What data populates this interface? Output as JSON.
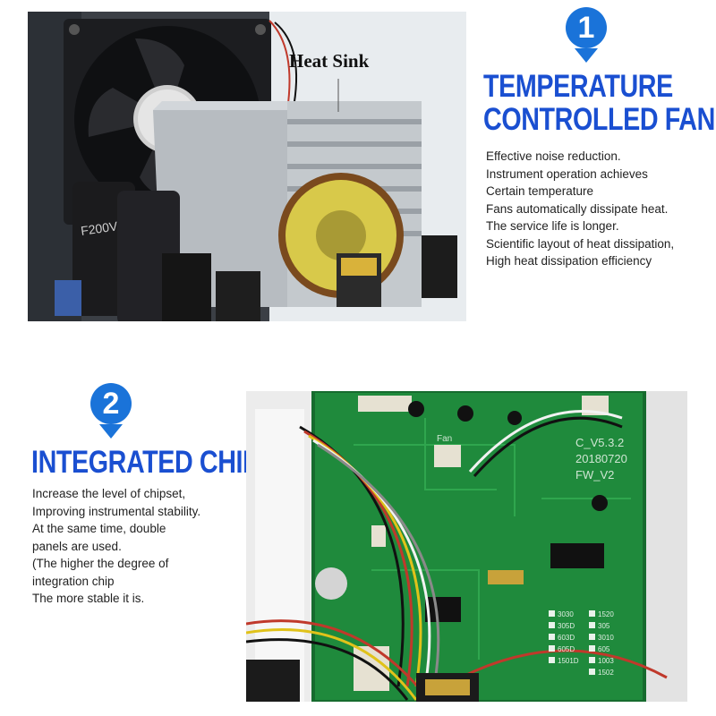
{
  "section1": {
    "badge_number": "1",
    "heading_line1": "TEMPERATURE",
    "heading_line2": "CONTROLLED FAN",
    "photo_label": "Heat Sink",
    "capacitor_text": "F200V",
    "features": [
      "Effective noise reduction.",
      "Instrument operation achieves",
      "Certain temperature",
      "Fans automatically dissipate heat.",
      "The service life is longer.",
      "Scientific layout of heat dissipation,",
      "High heat dissipation efficiency"
    ]
  },
  "section2": {
    "badge_number": "2",
    "heading": "INTEGRATED CHIP",
    "board_version": "C_V5.3.2",
    "board_date": "20180720",
    "board_fw": "FW_V2",
    "fan_connector_label": "Fan",
    "model_codes_left": [
      "3030",
      "305D",
      "603D",
      "605D",
      "1501D"
    ],
    "model_codes_right": [
      "1520",
      "305",
      "3010",
      "605",
      "1003",
      "1502"
    ],
    "features": [
      "Increase the level of chipset,",
      "Improving instrumental stability.",
      "At the same time, double",
      "panels are used.",
      "(The higher the degree of",
      "integration chip",
      "The more stable it is."
    ]
  },
  "colors": {
    "heading": "#1a4fd1",
    "badge": "#1a73d9",
    "pcb": "#1f8a3c",
    "body_text": "#222222"
  }
}
